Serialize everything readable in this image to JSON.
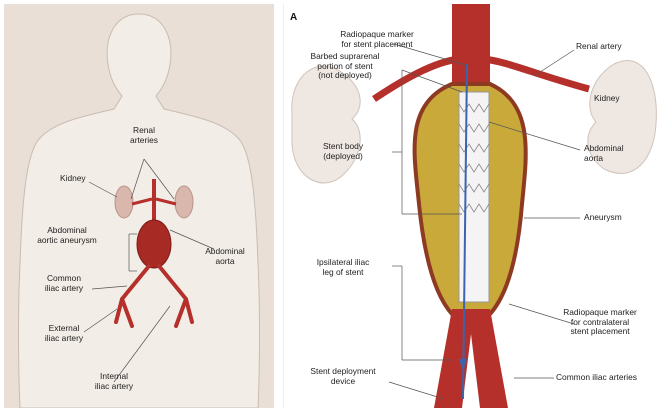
{
  "left_panel": {
    "labels": {
      "renal_arteries": "Renal\narteries",
      "kidney": "Kidney",
      "abdominal_aortic_aneurysm": "Abdominal\naortic aneurysm",
      "abdominal_aorta": "Abdominal\naorta",
      "common_iliac_artery": "Common\niliac artery",
      "external_iliac_artery": "External\niliac artery",
      "internal_iliac_artery": "Internal\niliac artery"
    }
  },
  "right_panel": {
    "panel_letter": "A",
    "labels": {
      "radiopaque_marker_stent": "Radiopaque marker\nfor stent placement",
      "barbed_suprarenal": "Barbed suprarenal\nportion of stent\n(not deployed)",
      "stent_body": "Stent body\n(deployed)",
      "ipsilateral_leg": "Ipsilateral iliac\nleg of stent",
      "deployment_device": "Stent deployment\ndevice",
      "renal_artery": "Renal artery",
      "kidney": "Kidney",
      "abdominal_aorta": "Abdominal\naorta",
      "aneurysm": "Aneurysm",
      "radiopaque_marker_contralateral": "Radiopaque marker\nfor contralateral\nstent placement",
      "common_iliac_arteries": "Common iliac arteries"
    }
  },
  "colors": {
    "artery": "#b5302a",
    "aneurysm": "#c8a93a",
    "skin": "#e9dfd6",
    "kidney": "#ece6e1"
  }
}
